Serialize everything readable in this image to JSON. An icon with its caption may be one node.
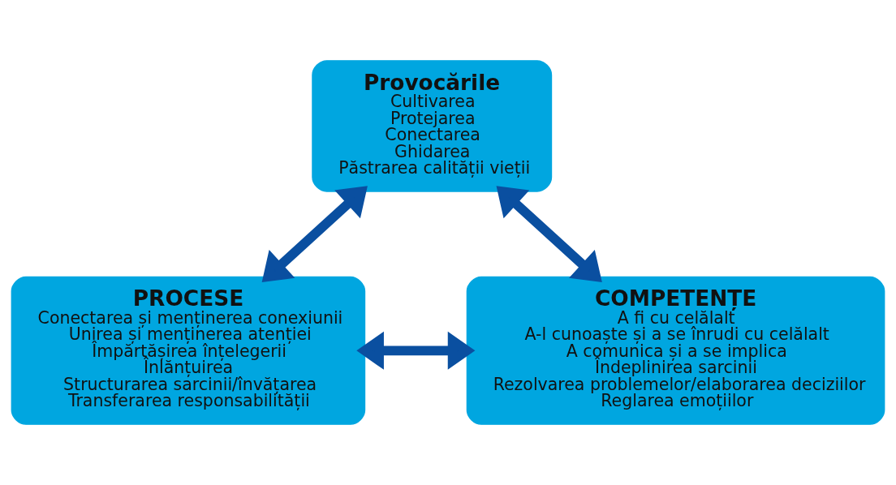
{
  "diagram": {
    "nodes": [
      {
        "text": [
          "Provocările",
          "Cultivarea",
          "Protejarea",
          "Conectarea",
          "Ghidarea",
          "Păstrarea calității vieții"
        ]
      },
      {
        "text": [
          "PROCESE",
          "Conectarea și menținerea conexiunii",
          "Unirea și menținerea atenției",
          "Împărtășirea înțelegerii",
          "Înlănțuirea",
          "Structurarea sarcinii/învățarea",
          "Transferarea responsabilității"
        ]
      },
      {
        "text": [
          "COMPETENȚE",
          "A fi cu celălalt",
          "A-l cunoaște și a se înrudi cu celălalt",
          "A comunica și a se implica",
          "Îndeplinirea sarcinii",
          "Rezolvarea problemelor/elaborarea deciziilor",
          "Reglarea emoțiilor"
        ]
      }
    ],
    "edges": [
      {
        "from": 0,
        "to": 1,
        "arrow": "both"
      },
      {
        "from": 0,
        "to": 2,
        "arrow": "both"
      },
      {
        "from": 1,
        "to": 2,
        "arrow": "both"
      }
    ]
  }
}
